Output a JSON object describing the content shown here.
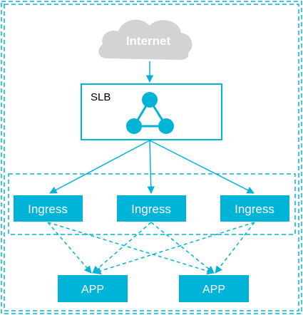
{
  "colors": {
    "accent": "#00b4d8",
    "cloud": "#d3d3d3",
    "white": "#ffffff",
    "text": "#000000"
  },
  "internet": {
    "label": "Internet"
  },
  "slb": {
    "label": "SLB",
    "icon": "load-balancer-icon"
  },
  "ingress": [
    {
      "label": "Ingress"
    },
    {
      "label": "Ingress"
    },
    {
      "label": "Ingress"
    }
  ],
  "apps": [
    {
      "label": "APP"
    },
    {
      "label": "APP"
    }
  ]
}
